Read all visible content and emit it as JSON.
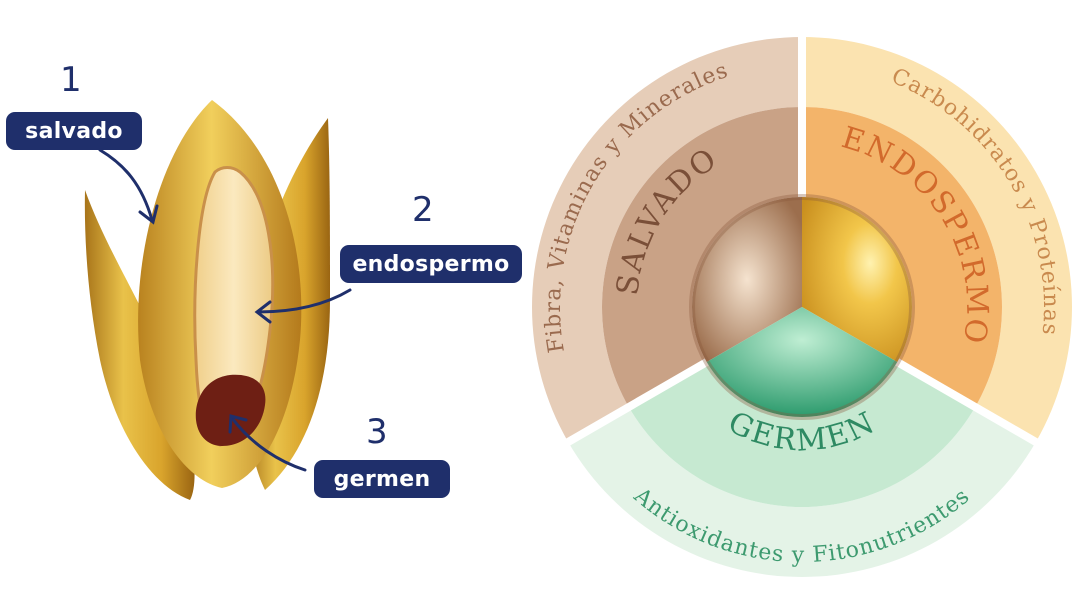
{
  "grain_labels": [
    {
      "number": "1",
      "label": "salvado"
    },
    {
      "number": "2",
      "label": "endospermo"
    },
    {
      "number": "3",
      "label": "germen"
    }
  ],
  "wheel": {
    "segments": [
      {
        "name": "SALVADO",
        "nutrients": "Fibra, Vitaminas y Minerales",
        "color": "#c49a7c"
      },
      {
        "name": "ENDOSPERMO",
        "nutrients": "Carbohidratos y Proteínas",
        "color": "#f0aa58"
      },
      {
        "name": "GERMEN",
        "nutrients": "Antioxidantes y Fitonutrientes",
        "color": "#9fdcbc"
      }
    ]
  },
  "colors": {
    "label_bg": "#1f2f6b",
    "salvado_text": "#7a4f38",
    "endospermo_text": "#d26a2c",
    "germen_text": "#2e8a63"
  }
}
